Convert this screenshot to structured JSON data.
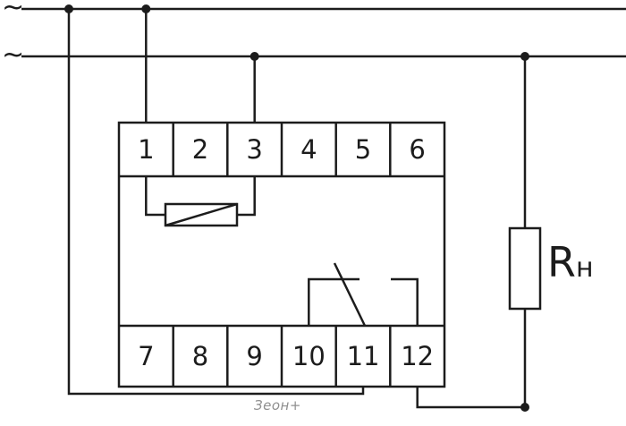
{
  "diagram": {
    "phase_top_symbol": "~",
    "phase_bottom_symbol": "~",
    "load_label_main": "R",
    "load_label_sub": "н",
    "watermark": "Зеон+",
    "terminals": {
      "top": [
        "1",
        "2",
        "3",
        "4",
        "5",
        "6"
      ],
      "bottom": [
        "7",
        "8",
        "9",
        "10",
        "11",
        "12"
      ]
    },
    "symbols": [
      "relay-coil",
      "switch-contact-no",
      "load-resistor"
    ],
    "colors": {
      "line": "#1c1c1c",
      "background": "#ffffff",
      "watermark": "#8f8f8f"
    }
  }
}
